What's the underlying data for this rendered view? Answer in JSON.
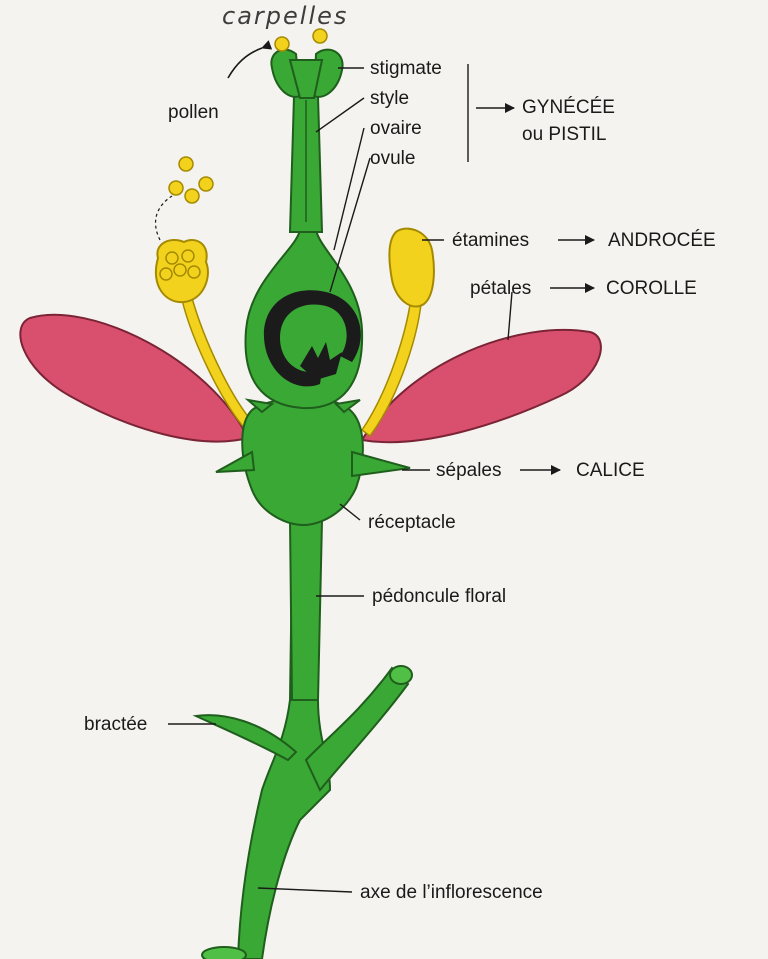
{
  "labels": {
    "carpelles": "carpelles",
    "pollen": "pollen",
    "stigmate": "stigmate",
    "style": "style",
    "ovaire": "ovaire",
    "ovule": "ovule",
    "gynecee": "GYNÉCÉE",
    "ou_pistil": "ou PISTIL",
    "etamines": "étamines",
    "androcee": "ANDROCÉE",
    "petales": "pétales",
    "corolle": "COROLLE",
    "sepales": "sépales",
    "calice": "CALICE",
    "receptacle": "réceptacle",
    "pedoncule": "pédoncule floral",
    "bractee": "bractée",
    "axe": "axe de l’inflorescence"
  },
  "colors": {
    "stem_green": "#3aa835",
    "stem_outline": "#1f5e1c",
    "petal_pink": "#d9506e",
    "stamen_yellow": "#f2d21d",
    "ovule_dark": "#1b1b1b"
  }
}
